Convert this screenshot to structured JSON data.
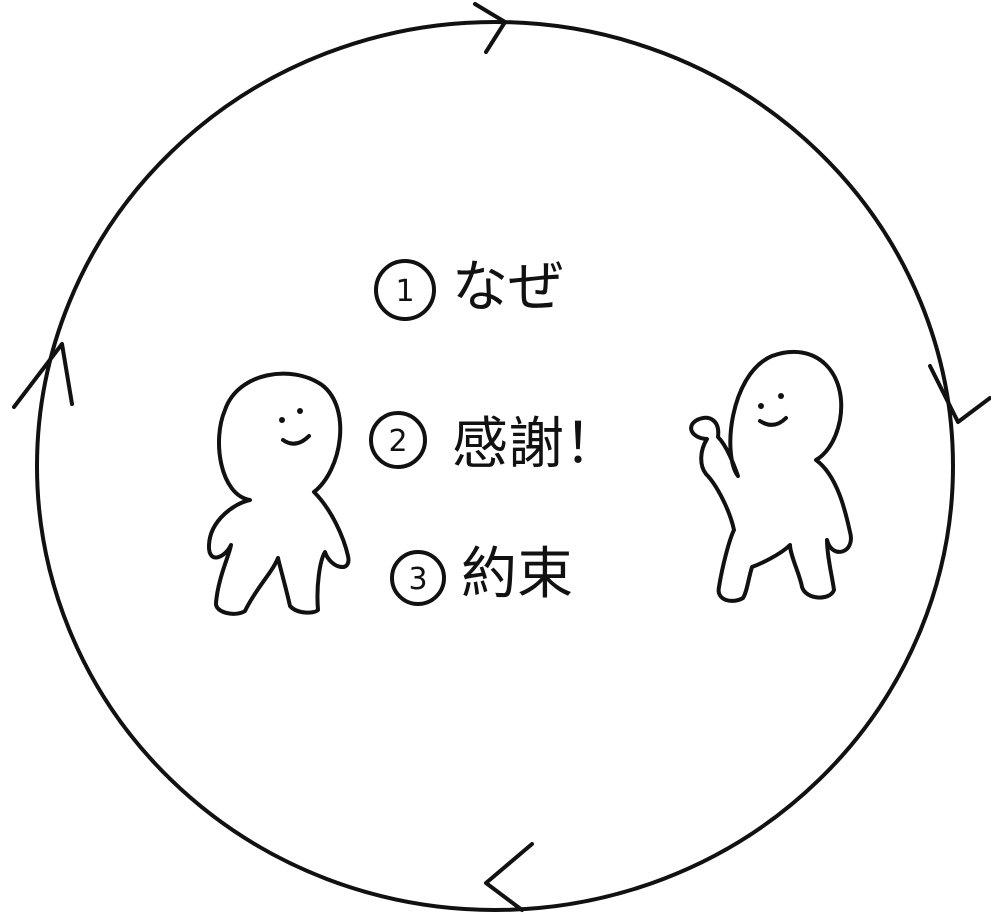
{
  "diagram": {
    "steps": [
      {
        "number": "1",
        "label": "なぜ"
      },
      {
        "number": "2",
        "label": "感謝！"
      },
      {
        "number": "3",
        "label": "約束"
      }
    ],
    "cycle_direction": "clockwise",
    "ink_color": "#111111",
    "background_color": "#ffffff",
    "figures": [
      {
        "name": "left-person",
        "pose": "standing"
      },
      {
        "name": "right-person",
        "pose": "waving"
      }
    ]
  }
}
